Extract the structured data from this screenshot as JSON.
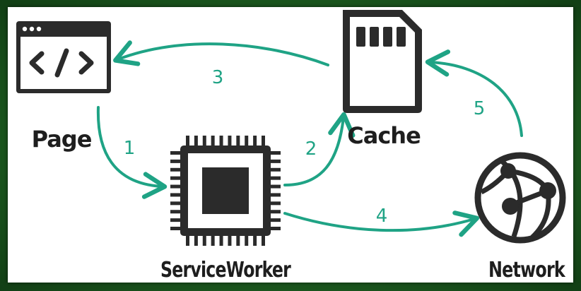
{
  "nodes": {
    "page": {
      "label": "Page",
      "icon": "code-window-icon"
    },
    "cache": {
      "label": "Cache",
      "icon": "sd-card-icon"
    },
    "service_worker": {
      "label": "ServiceWorker",
      "icon": "chip-icon"
    },
    "network": {
      "label": "Network",
      "icon": "globe-network-icon"
    }
  },
  "edges": [
    {
      "from": "page",
      "to": "service_worker",
      "step": "1"
    },
    {
      "from": "service_worker",
      "to": "cache",
      "step": "2"
    },
    {
      "from": "cache",
      "to": "page",
      "step": "3"
    },
    {
      "from": "service_worker",
      "to": "network",
      "step": "4"
    },
    {
      "from": "network",
      "to": "cache",
      "step": "5"
    }
  ],
  "colors": {
    "arrow": "#1fa385",
    "icon": "#2b2b2b",
    "border": "#1e5e22"
  }
}
